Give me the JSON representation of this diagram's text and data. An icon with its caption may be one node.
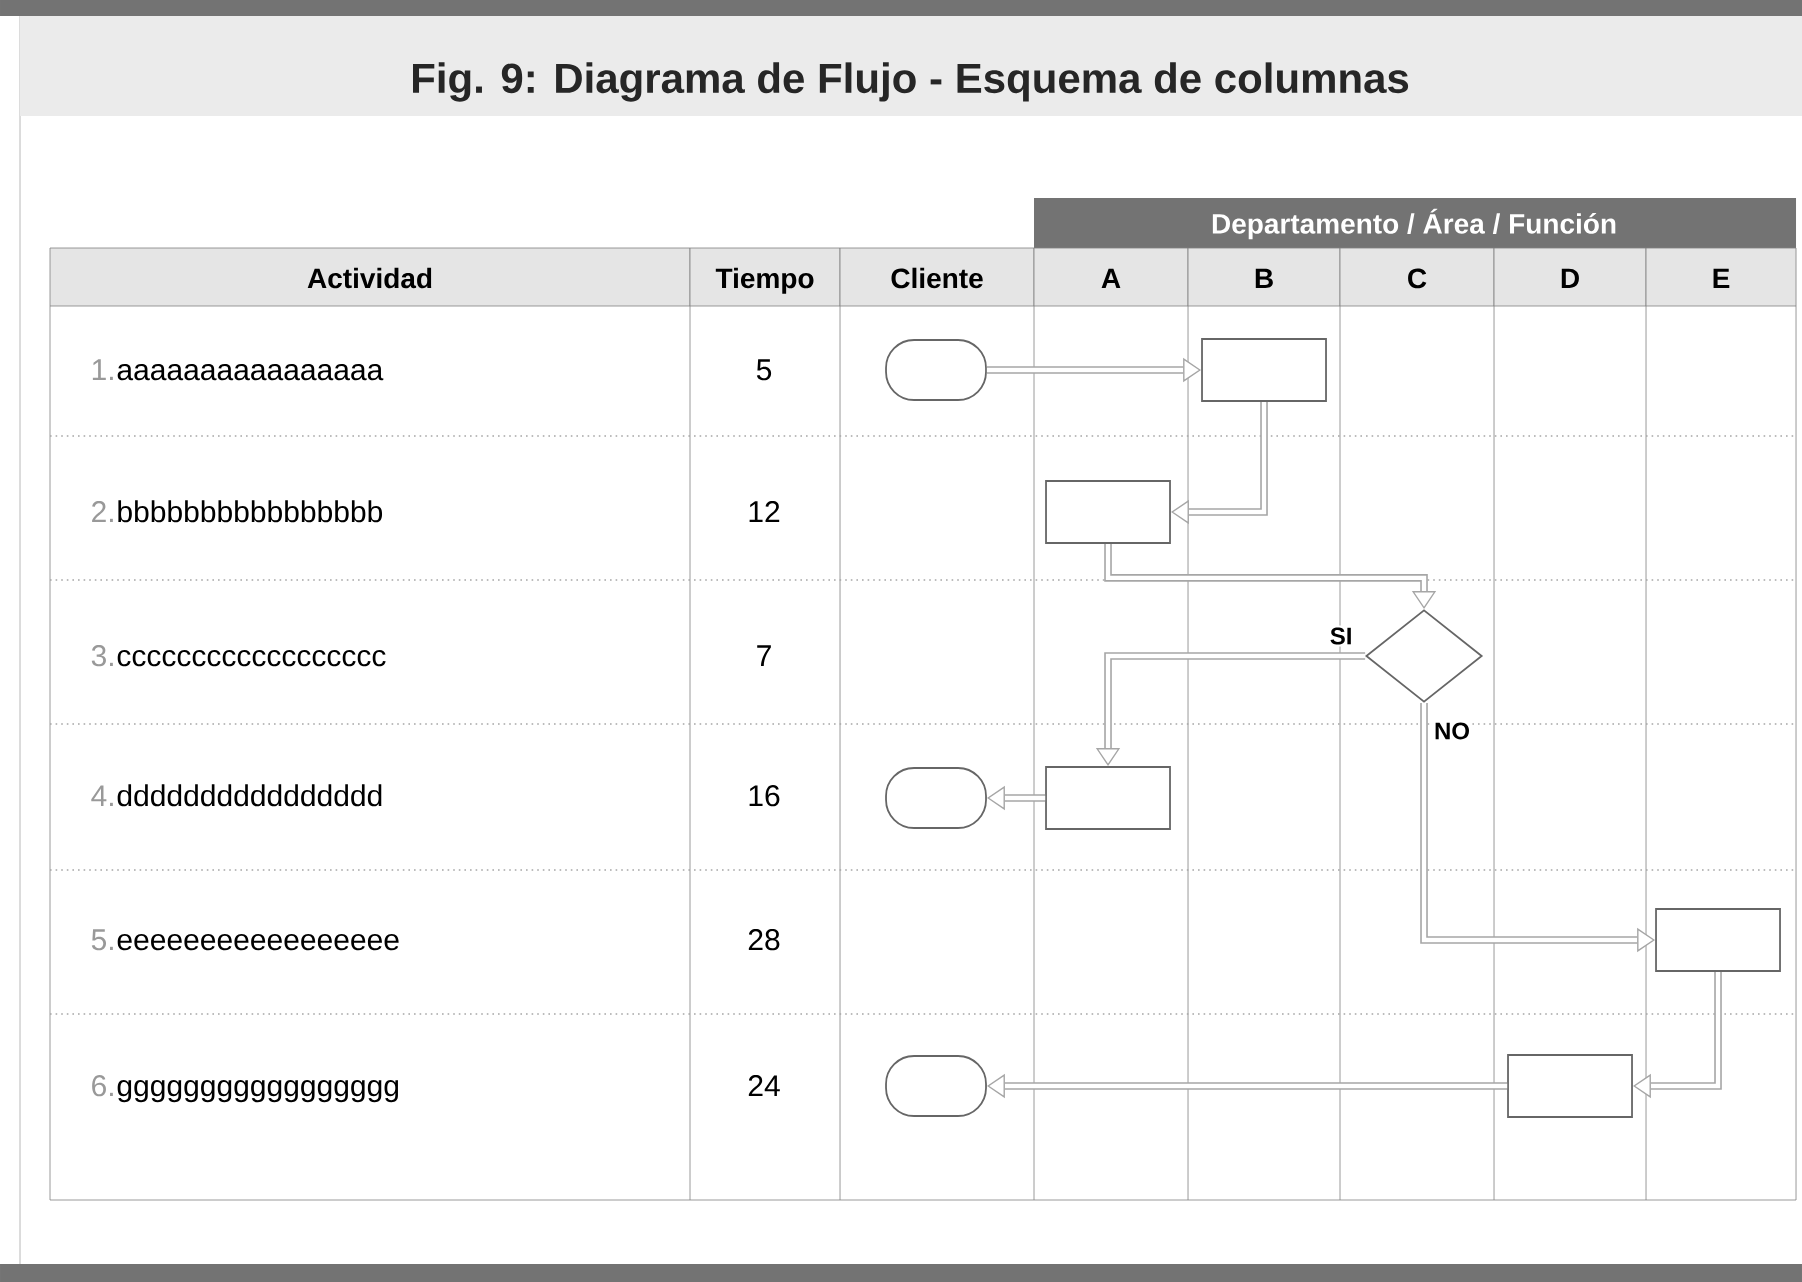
{
  "diagram": {
    "title": "Fig. 9:  Diagrama de Flujo - Esquema de columnas",
    "nodes": [
      {
        "text": [],
        "shape": "oval"
      },
      {
        "text": [],
        "shape": "box"
      },
      {
        "text": [],
        "shape": "box"
      },
      {
        "text": [],
        "shape": "diamond"
      },
      {
        "text": [],
        "shape": "oval"
      },
      {
        "text": [],
        "shape": "box"
      },
      {
        "text": [],
        "shape": "box"
      },
      {
        "text": [],
        "shape": "box"
      },
      {
        "text": [],
        "shape": "oval"
      }
    ],
    "edges": [
      {
        "from": 0,
        "to": 1,
        "arrow": "to"
      },
      {
        "from": 1,
        "to": 2,
        "arrow": "to"
      },
      {
        "from": 2,
        "to": 3,
        "arrow": "to"
      },
      {
        "from": 3,
        "to": 5,
        "arrow": "to",
        "label": "SI"
      },
      {
        "from": 3,
        "to": 6,
        "arrow": "to",
        "label": "NO"
      },
      {
        "from": 5,
        "to": 4,
        "arrow": "to"
      },
      {
        "from": 6,
        "to": 7,
        "arrow": "to"
      },
      {
        "from": 7,
        "to": 8,
        "arrow": "to"
      }
    ],
    "labels": [
      "Departamento / Área / Función",
      "Actividad",
      "Tiempo",
      "Cliente",
      "A",
      "B",
      "C",
      "D",
      "E",
      "1.",
      "aaaaaaaaaaaaaaaa",
      "5",
      "2.",
      "bbbbbbbbbbbbbbbb",
      "12",
      "3.",
      "cccccccccccccccccc",
      "7",
      "4.",
      "dddddddddddddddd",
      "16",
      "5.",
      "eeeeeeeeeeeeeeeee",
      "28",
      "6.",
      "ggggggggggggggggg",
      "24"
    ]
  }
}
